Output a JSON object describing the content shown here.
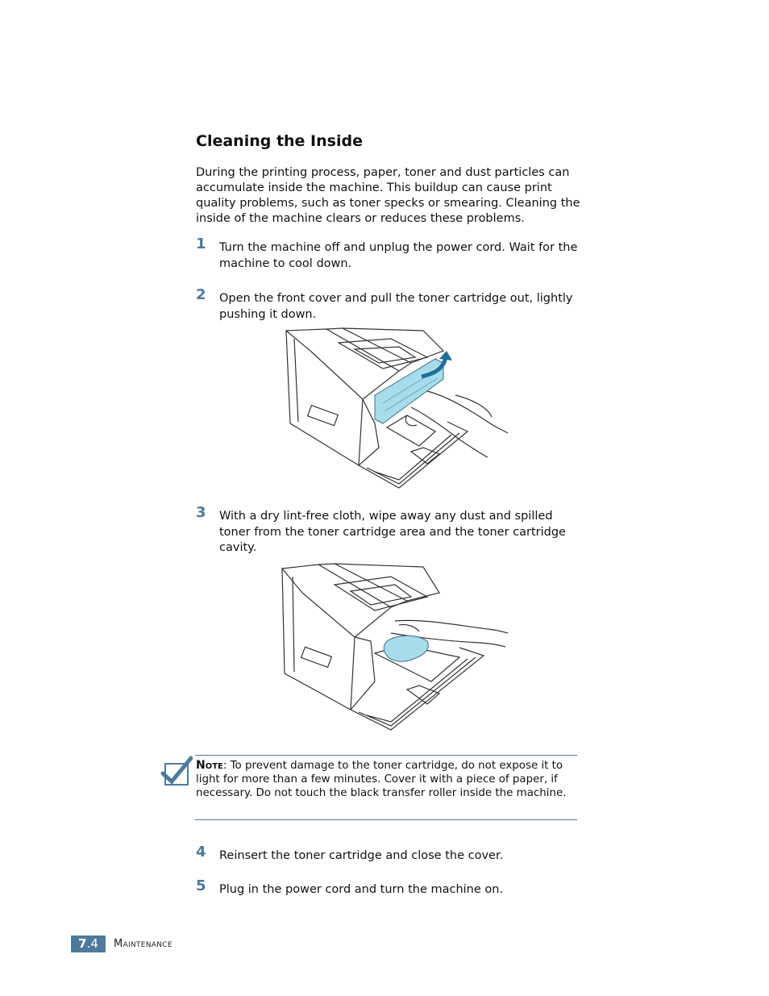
{
  "section": {
    "title": "Cleaning the Inside",
    "intro": "During the printing process, paper, toner and dust particles can accumulate inside the machine. This buildup can cause print quality problems, such as toner specks or smearing. Cleaning the inside of the machine clears or reduces these problems."
  },
  "steps": [
    {
      "num": "1",
      "text": "Turn the machine off and unplug the power cord. Wait for the machine to cool down."
    },
    {
      "num": "2",
      "text": "Open the front cover and pull the toner cartridge out, lightly pushing it down."
    },
    {
      "num": "3",
      "text": "With a dry lint-free cloth, wipe away any dust and spilled toner from the toner cartridge area and the toner cartridge cavity."
    },
    {
      "num": "4",
      "text": "Reinsert the toner cartridge and close the cover."
    },
    {
      "num": "5",
      "text": "Plug in the power cord and turn the machine on."
    }
  ],
  "note": {
    "label": "Note",
    "text": ": To prevent damage to the toner cartridge, do not expose it to light for more than a few minutes. Cover it with a piece of paper, if necessary. Do not touch the black transfer roller inside the machine."
  },
  "footer": {
    "chapter": "7",
    "page": ".4",
    "section": "Maintenance"
  },
  "colors": {
    "accent": "#4d7a9a",
    "highlight": "#a8dcea"
  }
}
